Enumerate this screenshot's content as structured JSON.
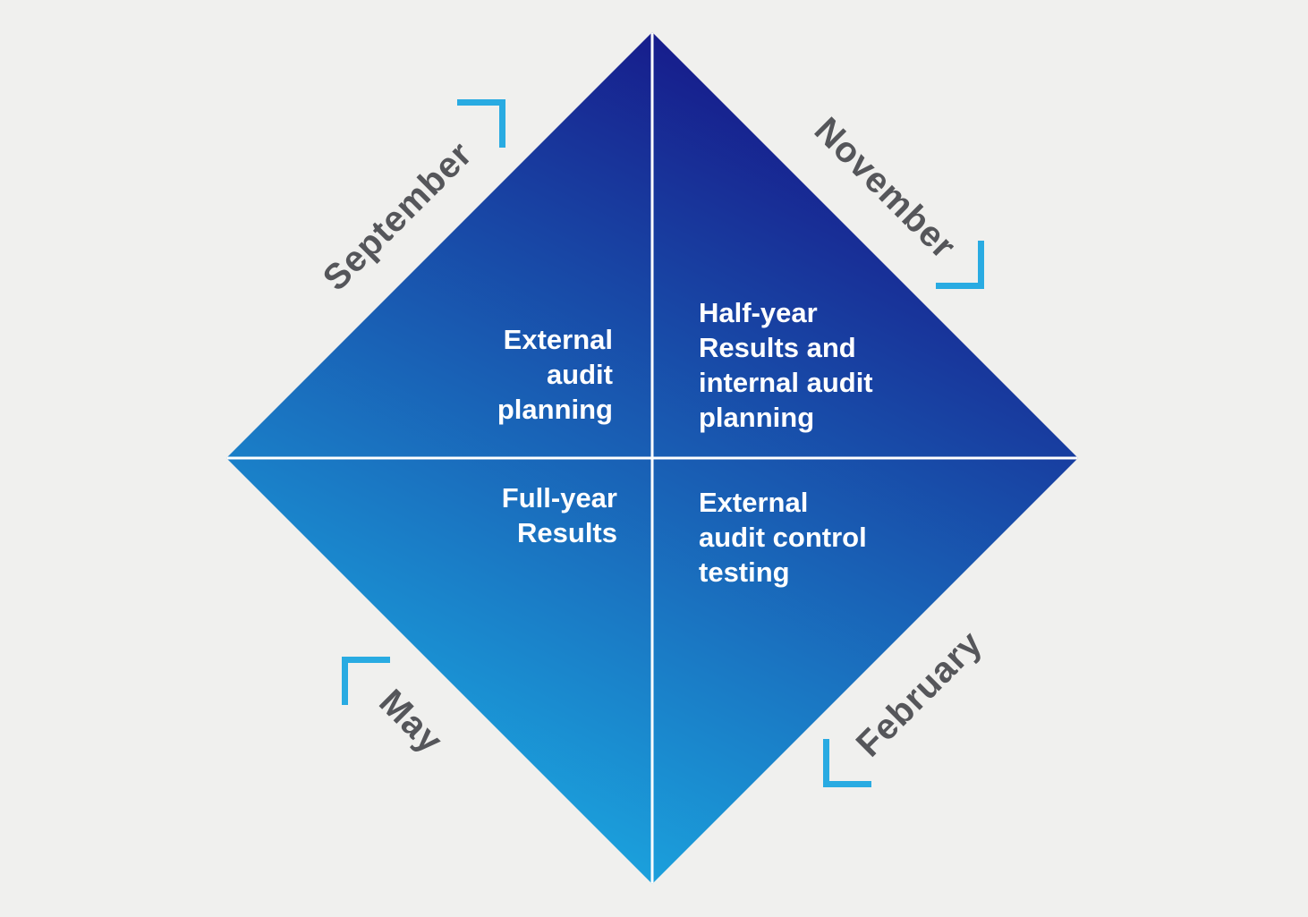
{
  "months": {
    "top_left": "September",
    "top_right": "November",
    "bottom_left": "May",
    "bottom_right": "February"
  },
  "quadrants": {
    "top_left": {
      "label": "External audit planning",
      "lines": [
        "External",
        "audit",
        "planning"
      ]
    },
    "top_right": {
      "label": "Half-year Results and internal audit planning",
      "lines": [
        "Half-year",
        "Results and",
        "internal audit",
        "planning"
      ]
    },
    "bottom_left": {
      "label": "Full-year Results",
      "lines": [
        "Full-year",
        "Results"
      ]
    },
    "bottom_right": {
      "label": "External audit control testing",
      "lines": [
        "External",
        "audit control",
        "testing"
      ]
    }
  },
  "colors": {
    "background": "#f0f0ee",
    "diamond_dark": "#171d8c",
    "diamond_light": "#1ba0dc",
    "divider": "#ffffff",
    "quadrant_text": "#ffffff",
    "month_label": "#55565a",
    "bracket": "#29abe2"
  }
}
